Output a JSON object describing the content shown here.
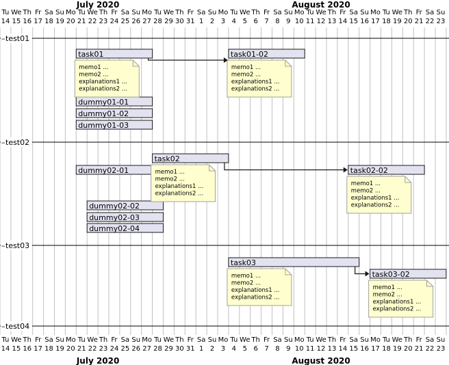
{
  "timeline": {
    "days": [
      {
        "wd": "Tu",
        "d": "14"
      },
      {
        "wd": "We",
        "d": "15"
      },
      {
        "wd": "Th",
        "d": "16"
      },
      {
        "wd": "Fr",
        "d": "17"
      },
      {
        "wd": "Sa",
        "d": "18"
      },
      {
        "wd": "Su",
        "d": "19"
      },
      {
        "wd": "Mo",
        "d": "20"
      },
      {
        "wd": "Tu",
        "d": "21"
      },
      {
        "wd": "We",
        "d": "22"
      },
      {
        "wd": "Th",
        "d": "23"
      },
      {
        "wd": "Fr",
        "d": "24"
      },
      {
        "wd": "Sa",
        "d": "25"
      },
      {
        "wd": "Su",
        "d": "26"
      },
      {
        "wd": "Mo",
        "d": "27"
      },
      {
        "wd": "Tu",
        "d": "28"
      },
      {
        "wd": "We",
        "d": "29"
      },
      {
        "wd": "Th",
        "d": "30"
      },
      {
        "wd": "Fr",
        "d": "31"
      },
      {
        "wd": "Sa",
        "d": "1"
      },
      {
        "wd": "Su",
        "d": "2"
      },
      {
        "wd": "Mo",
        "d": "3"
      },
      {
        "wd": "Tu",
        "d": "4"
      },
      {
        "wd": "We",
        "d": "5"
      },
      {
        "wd": "Th",
        "d": "6"
      },
      {
        "wd": "Fr",
        "d": "7"
      },
      {
        "wd": "Sa",
        "d": "8"
      },
      {
        "wd": "Su",
        "d": "9"
      },
      {
        "wd": "Mo",
        "d": "10"
      },
      {
        "wd": "Tu",
        "d": "11"
      },
      {
        "wd": "We",
        "d": "12"
      },
      {
        "wd": "Th",
        "d": "13"
      },
      {
        "wd": "Fr",
        "d": "14"
      },
      {
        "wd": "Sa",
        "d": "15"
      },
      {
        "wd": "Su",
        "d": "16"
      },
      {
        "wd": "Mo",
        "d": "17"
      },
      {
        "wd": "Tu",
        "d": "18"
      },
      {
        "wd": "We",
        "d": "19"
      },
      {
        "wd": "Th",
        "d": "20"
      },
      {
        "wd": "Fr",
        "d": "21"
      },
      {
        "wd": "Sa",
        "d": "22"
      },
      {
        "wd": "Su",
        "d": "23"
      }
    ],
    "months": [
      {
        "label": "July 2020",
        "start": 0,
        "end": 17
      },
      {
        "label": "August 2020",
        "start": 18,
        "end": 40
      }
    ]
  },
  "separators": [
    {
      "label": "test01",
      "after": -1
    },
    {
      "label": "test02",
      "after": 5
    },
    {
      "label": "test03",
      "after": 12
    },
    {
      "label": "test04",
      "after": 15
    }
  ],
  "tasks": [
    {
      "id": "task01",
      "label": "task01",
      "row": 0,
      "start": 7,
      "end": 13
    },
    {
      "id": "task01-02",
      "label": "task01-02",
      "row": 0,
      "start": 21,
      "end": 27
    },
    {
      "id": "dummy01-01",
      "label": "dummy01-01",
      "row": 3,
      "start": 7,
      "end": 13
    },
    {
      "id": "dummy01-02",
      "label": "dummy01-02",
      "row": 4,
      "start": 7,
      "end": 13
    },
    {
      "id": "dummy01-03",
      "label": "dummy01-03",
      "row": 5,
      "start": 7,
      "end": 13
    },
    {
      "id": "task02",
      "label": "task02",
      "row": 6,
      "start": 14,
      "end": 20
    },
    {
      "id": "task02-02",
      "label": "task02-02",
      "row": 7,
      "start": 32,
      "end": 38
    },
    {
      "id": "dummy02-01",
      "label": "dummy02-01",
      "row": 7,
      "start": 7,
      "end": 13
    },
    {
      "id": "dummy02-02",
      "label": "dummy02-02",
      "row": 10,
      "start": 8,
      "end": 14
    },
    {
      "id": "dummy02-03",
      "label": "dummy02-03",
      "row": 11,
      "start": 8,
      "end": 14
    },
    {
      "id": "dummy02-04",
      "label": "dummy02-04",
      "row": 12,
      "start": 8,
      "end": 14
    },
    {
      "id": "task03",
      "label": "task03",
      "row": 13,
      "start": 21,
      "end": 32
    },
    {
      "id": "task03-02",
      "label": "task03-02",
      "row": 14,
      "start": 34,
      "end": 40
    }
  ],
  "notes": [
    {
      "task": "task01",
      "lines": [
        "memo1 ...",
        "memo2 ...",
        "explanations1 ...",
        "explanations2 ..."
      ]
    },
    {
      "task": "task01-02",
      "lines": [
        "memo1 ...",
        "memo2 ...",
        "explanations1 ...",
        "explanations2 ..."
      ]
    },
    {
      "task": "task02",
      "lines": [
        "memo1 ...",
        "memo2 ...",
        "explanations1 ...",
        "explanations2 ..."
      ]
    },
    {
      "task": "task02-02",
      "lines": [
        "memo1 ...",
        "memo2 ...",
        "explanations1 ...",
        "explanations2 ..."
      ]
    },
    {
      "task": "task03",
      "lines": [
        "memo1 ...",
        "memo2 ...",
        "explanations1 ...",
        "explanations2 ..."
      ]
    },
    {
      "task": "task03-02",
      "lines": [
        "memo1 ...",
        "memo2 ...",
        "explanations1 ...",
        "explanations2 ..."
      ]
    }
  ],
  "dependencies": [
    {
      "from": "task01",
      "to": "task01-02"
    },
    {
      "from": "task02",
      "to": "task02-02"
    },
    {
      "from": "task03",
      "to": "task03-02"
    }
  ],
  "colors": {
    "task_fill": "#e2e2f0",
    "task_border": "#181818",
    "note_fill": "#fefece",
    "note_border": "#a0a0a0",
    "grid_line": "#c0c0c0",
    "separator_line": "#000000"
  }
}
